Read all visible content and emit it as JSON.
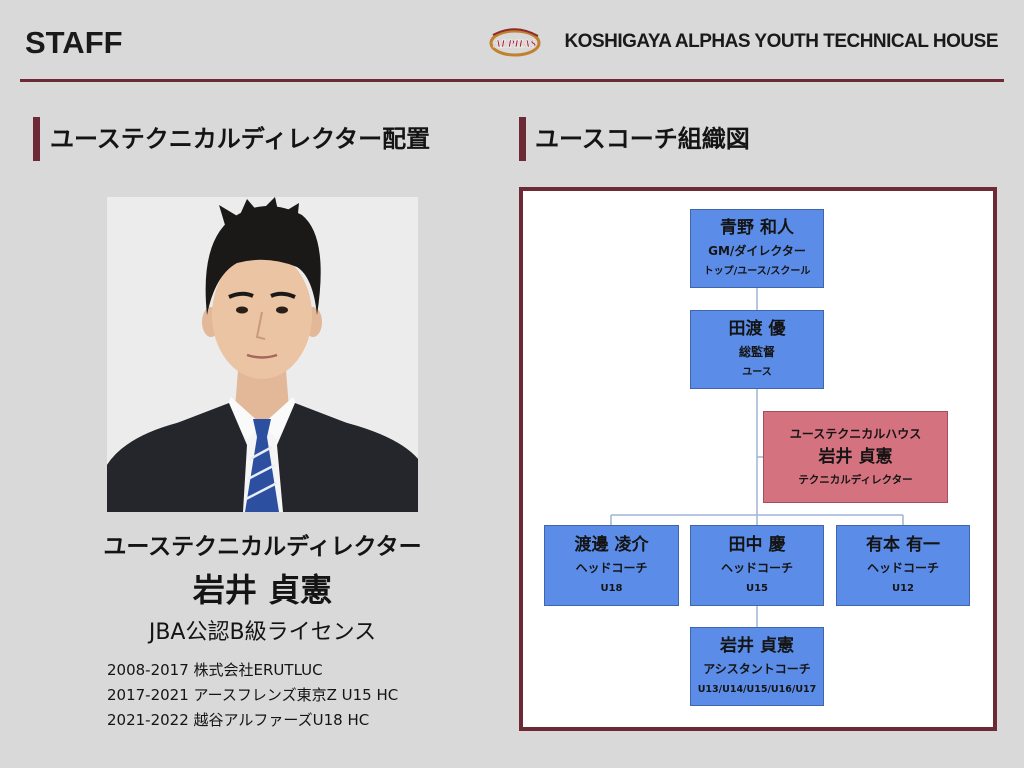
{
  "header": {
    "title": "STAFF",
    "org_name": "KOSHIGAYA ALPHAS YOUTH TECHNICAL HOUSE",
    "logo_text": "ALPHAS"
  },
  "colors": {
    "background": "#d9d9d9",
    "accent": "#6b2a36",
    "chart_background": "#ffffff",
    "node_blue": "#5b8de8",
    "node_pink": "#d5727f",
    "connector": "#9fb4d8"
  },
  "director_section": {
    "heading": "ユーステクニカルディレクター配置",
    "role": "ユーステクニカルディレクター",
    "name": "岩井 貞憲",
    "license": "JBA公認B級ライセンス",
    "career": [
      "2008-2017 株式会社ERUTLUC",
      "2017-2021 アースフレンズ東京Z U15 HC",
      "2021-2022 越谷アルファーズU18 HC"
    ]
  },
  "org_chart_section": {
    "heading": "ユースコーチ組織図",
    "nodes": {
      "gm": {
        "name": "青野 和人",
        "role": "GM/ダイレクター",
        "scope": "トップ/ユース/スクール"
      },
      "supervisor": {
        "name": "田渡 優",
        "role": "総監督",
        "scope": "ユース"
      },
      "technical_house": {
        "unit": "ユーステクニカルハウス",
        "name": "岩井 貞憲",
        "role": "テクニカルディレクター"
      },
      "u18": {
        "name": "渡邊 凌介",
        "role": "ヘッドコーチ",
        "scope": "U18"
      },
      "u15": {
        "name": "田中 慶",
        "role": "ヘッドコーチ",
        "scope": "U15"
      },
      "u12": {
        "name": "有本 有一",
        "role": "ヘッドコーチ",
        "scope": "U12"
      },
      "assistant": {
        "name": "岩井 貞憲",
        "role": "アシスタントコーチ",
        "scope": "U13/U14/U15/U16/U17"
      }
    }
  }
}
